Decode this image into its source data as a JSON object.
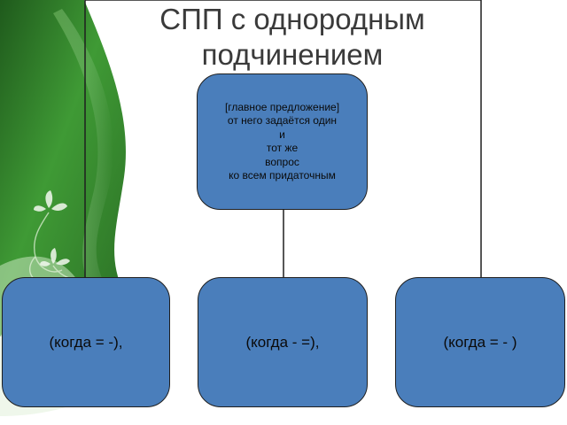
{
  "slide": {
    "title_line1": "СПП с однородным",
    "title_line2": "подчинением"
  },
  "diagram": {
    "root": {
      "lines": [
        "[главное предложение]",
        "от него задаётся один",
        "и",
        "тот же",
        "вопрос",
        "ко всем придаточным"
      ]
    },
    "children": [
      {
        "label": "(когда = -),"
      },
      {
        "label": "(когда - =),"
      },
      {
        "label": "(когда = - )"
      }
    ]
  },
  "colors": {
    "node_fill": "#4a7ebb",
    "node_border": "#1f1f1f",
    "connector": "#1f1f1f",
    "background_green": "#2f7a2a"
  }
}
